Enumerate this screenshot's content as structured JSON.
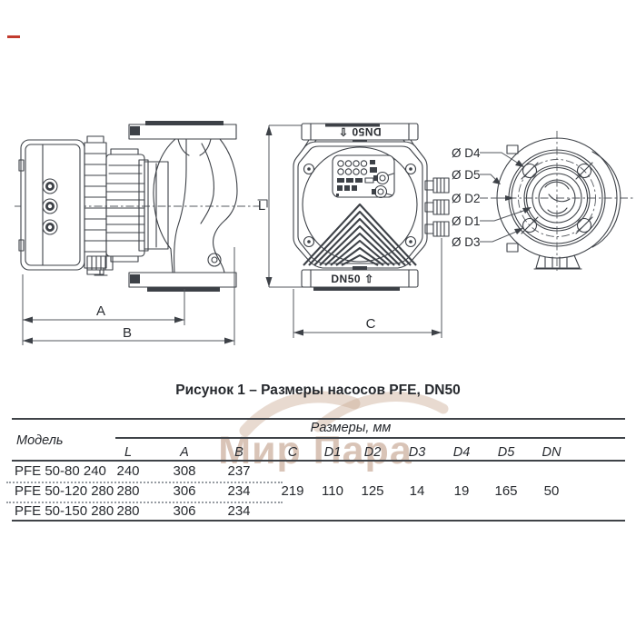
{
  "figure": {
    "caption": "Рисунок 1 – Размеры насосов PFE, DN50",
    "watermark_text": "Мир Пара",
    "port_label": "DN50",
    "flow_arrow": "⇧",
    "dims": {
      "a": "A",
      "b": "B",
      "l": "L",
      "c": "C"
    },
    "diameter_labels": {
      "d4": "Ø D4",
      "d5": "Ø D5",
      "d2": "Ø D2",
      "d1": "Ø D1",
      "d3": "Ø D3"
    }
  },
  "table": {
    "model_header": "Модель",
    "group_header": "Размеры, мм",
    "columns": [
      "L",
      "A",
      "B",
      "C",
      "D1",
      "D2",
      "D3",
      "D4",
      "D5",
      "DN"
    ],
    "rows": [
      {
        "model": "PFE 50-80 240",
        "L": "240",
        "A": "308",
        "B": "237"
      },
      {
        "model": "PFE 50-120 280",
        "L": "280",
        "A": "306",
        "B": "234"
      },
      {
        "model": "PFE 50-150 280",
        "L": "280",
        "A": "306",
        "B": "234"
      }
    ],
    "shared": {
      "C": "219",
      "D1": "110",
      "D2": "125",
      "D3": "14",
      "D4": "19",
      "D5": "165",
      "DN": "50"
    }
  },
  "colors": {
    "line": "#3d4147",
    "text": "#26292e",
    "watermark": "rgba(186,148,124,0.55)",
    "accent_red": "#c23b2e"
  }
}
